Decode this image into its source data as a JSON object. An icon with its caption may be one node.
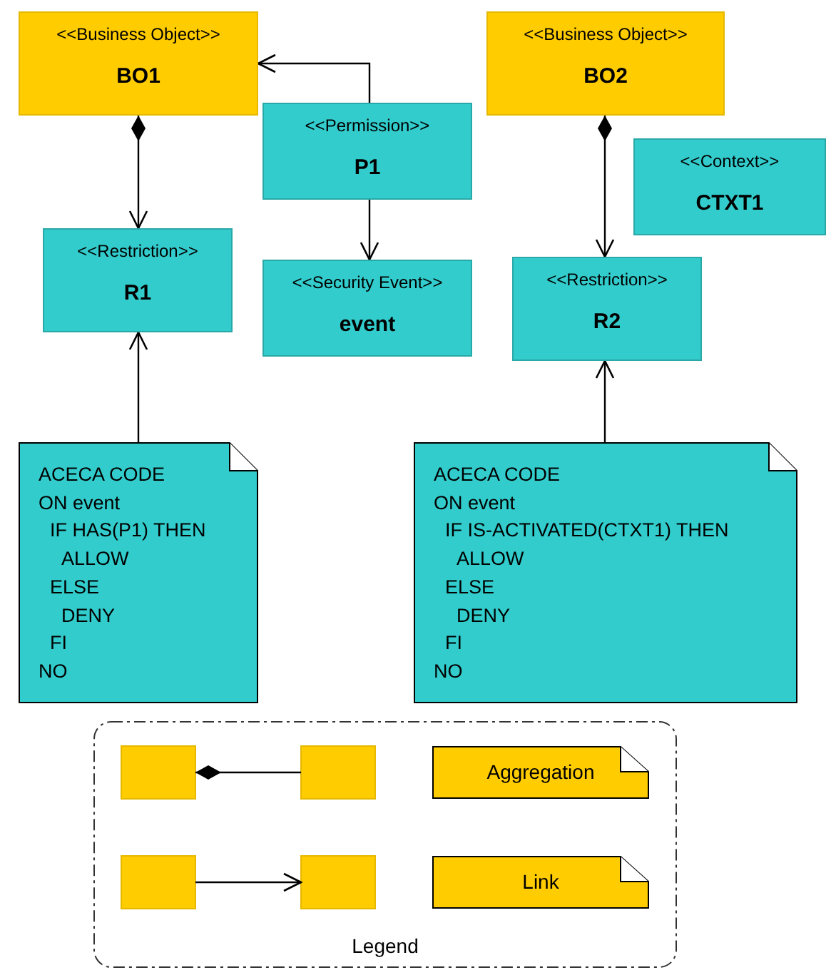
{
  "diagram": {
    "nodes": [
      {
        "text": [
          "<<Business Object>>",
          "BO1"
        ]
      },
      {
        "text": [
          "<<Business Object>>",
          "BO2"
        ]
      },
      {
        "text": [
          "<<Permission>>",
          "P1"
        ]
      },
      {
        "text": [
          "<<Context>>",
          "CTXT1"
        ]
      },
      {
        "text": [
          "<<Restriction>>",
          "R1"
        ]
      },
      {
        "text": [
          "<<Security Event>>",
          "event"
        ]
      },
      {
        "text": [
          "<<Restriction>>",
          "R2"
        ]
      },
      {
        "text": [
          "ACECA CODE",
          "ON event",
          "IF HAS(P1) THEN",
          "ALLOW",
          "ELSE",
          "DENY",
          "FI",
          "NO"
        ]
      },
      {
        "text": [
          "ACECA CODE",
          "ON event",
          "IF IS-ACTIVATED(CTXT1) THEN",
          "ALLOW",
          "ELSE",
          "DENY",
          "FI",
          "NO"
        ]
      }
    ],
    "edges": [
      {
        "from": 2,
        "to": 0,
        "arrow": "to"
      },
      {
        "from": 0,
        "to": 4,
        "arrow": "to"
      },
      {
        "from": 2,
        "to": 5,
        "arrow": "to"
      },
      {
        "from": 1,
        "to": 6,
        "arrow": "to"
      },
      {
        "from": 7,
        "to": 4,
        "arrow": "to"
      },
      {
        "from": 8,
        "to": 6,
        "arrow": "to"
      }
    ],
    "labels": [
      "Legend"
    ],
    "legend": [
      {
        "text": "Aggregation"
      },
      {
        "text": "Link"
      }
    ]
  }
}
